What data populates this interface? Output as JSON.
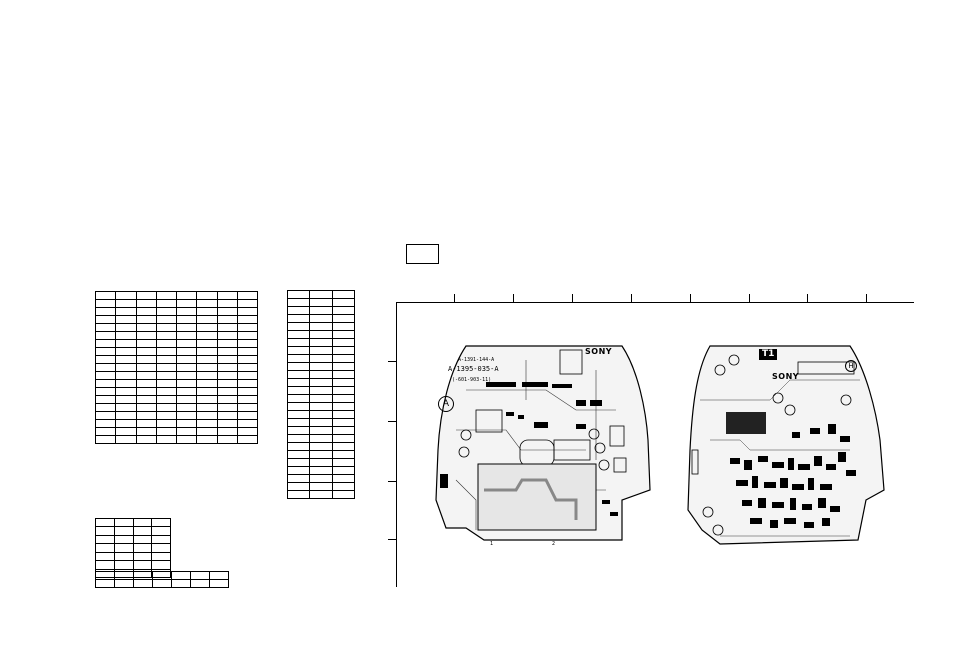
{
  "main_board": {
    "brand": "SONY",
    "part_line_1": "A-1391-144-A",
    "part_line_2": "A-1395-035-A",
    "part_line_3": "(-601-903-11)",
    "point_label": "A",
    "footer_labels": [
      "1",
      "2"
    ]
  },
  "sub_board": {
    "brand": "SONY",
    "tag": "T1",
    "side_label": "H"
  },
  "colors": {
    "line": "#000000",
    "trace": "#333333",
    "paper": "#ffffff"
  }
}
